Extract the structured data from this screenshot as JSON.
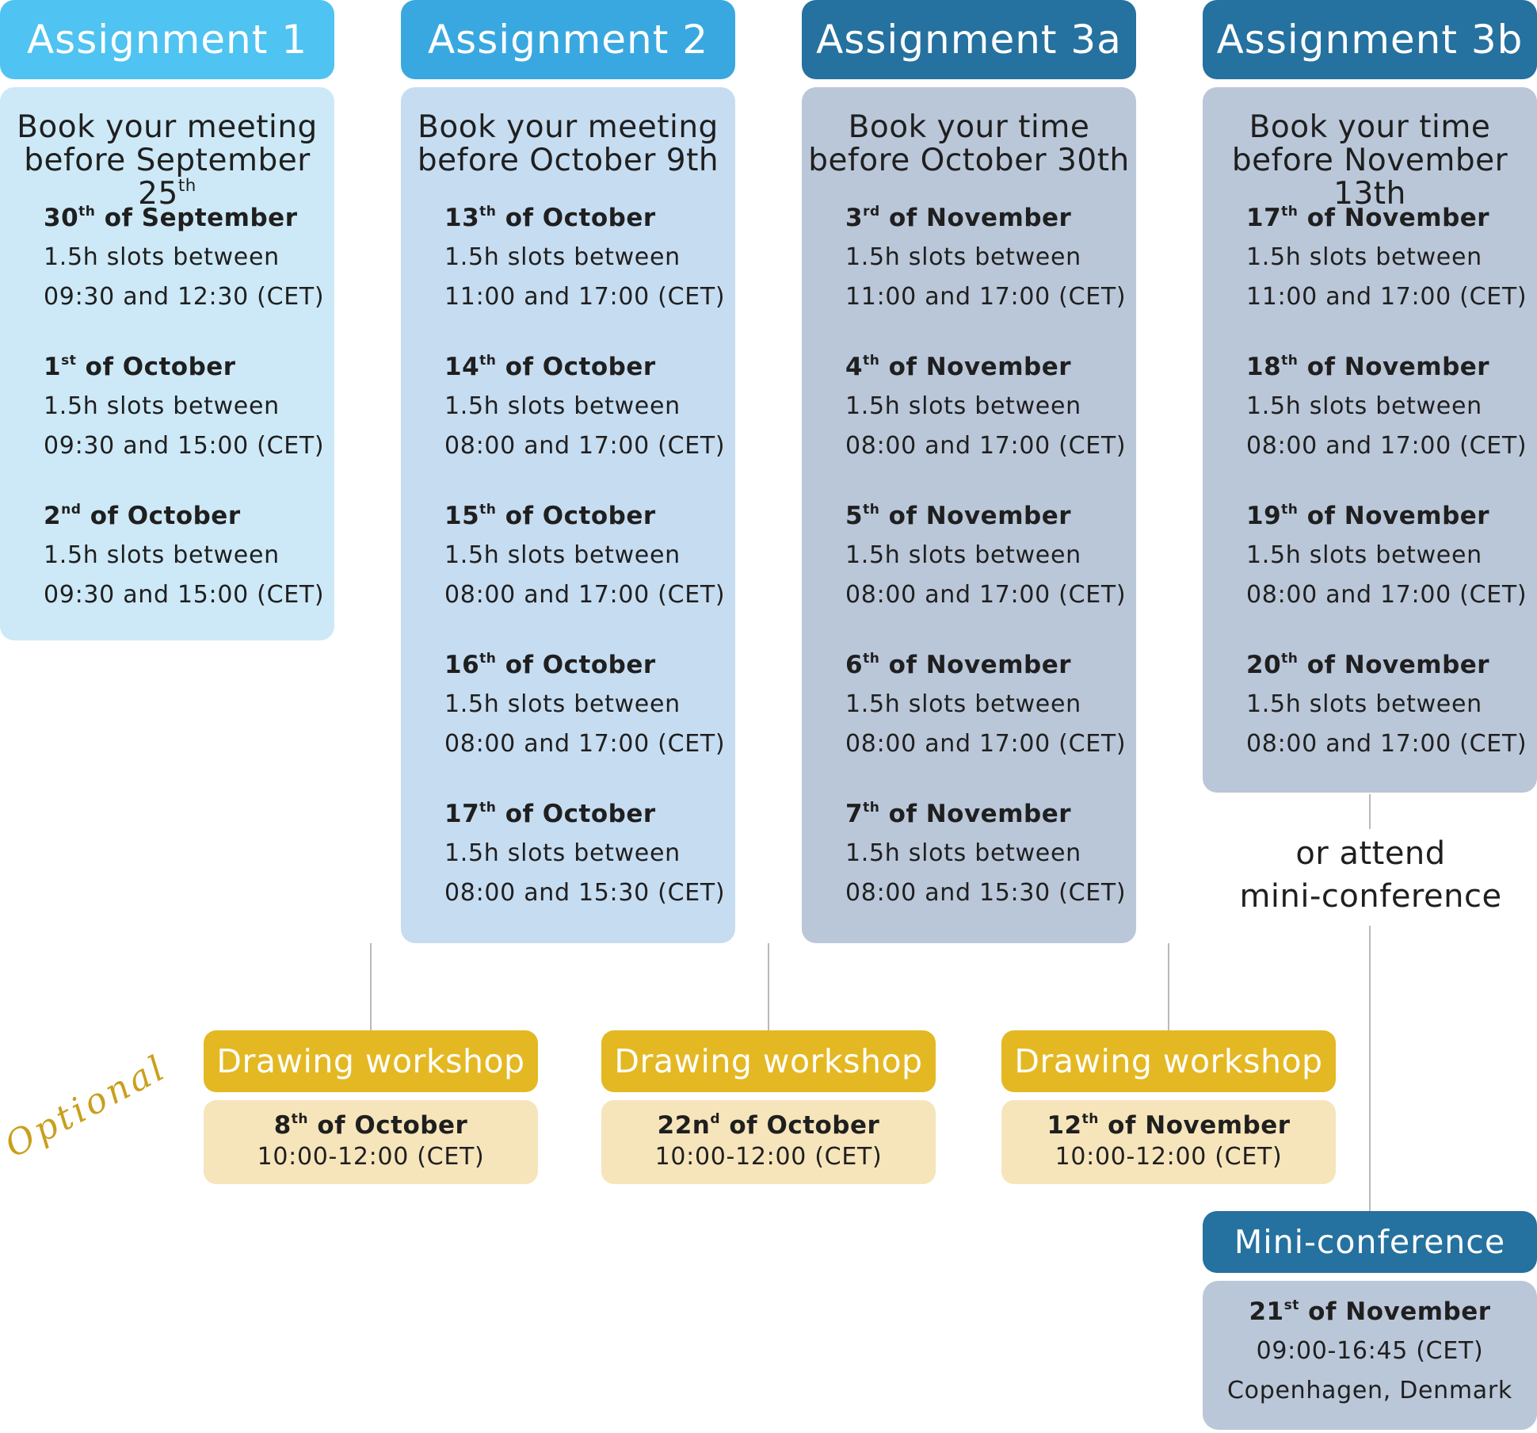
{
  "colors": {
    "a1_header": "#4fc3f1",
    "a1_panel": "#cde9f7",
    "a2_header": "#3aa8e0",
    "a2_panel": "#c6dcf1",
    "a3_header": "#25719f",
    "a3_panel": "#bac7d9",
    "workshop_header": "#e4b822",
    "workshop_panel": "#f6e5bb",
    "optional_text": "#c99f1c",
    "connector": "#b9b9b9"
  },
  "columns": [
    {
      "title": "Assignment 1",
      "book": {
        "line1": "Book your meeting",
        "line2_pre": "before September 25",
        "line2_sup": "th"
      },
      "slots": [
        {
          "day": "30",
          "sup": "th",
          "rest": " of September",
          "line1": "1.5h slots between",
          "line2": "09:30 and 12:30 (CET)"
        },
        {
          "day": "1",
          "sup": "st",
          "rest": " of October",
          "line1": "1.5h slots between",
          "line2": "09:30 and 15:00 (CET)"
        },
        {
          "day": "2",
          "sup": "nd",
          "rest": " of October",
          "line1": "1.5h slots between",
          "line2": "09:30 and 15:00 (CET)"
        }
      ]
    },
    {
      "title": "Assignment 2",
      "book": {
        "line1": "Book your meeting",
        "line2_pre": "before October 9th",
        "line2_sup": ""
      },
      "slots": [
        {
          "day": "13",
          "sup": "th",
          "rest": " of October",
          "line1": "1.5h slots between",
          "line2": "11:00 and 17:00 (CET)"
        },
        {
          "day": "14",
          "sup": "th",
          "rest": " of October",
          "line1": "1.5h slots between",
          "line2": "08:00 and 17:00 (CET)"
        },
        {
          "day": "15",
          "sup": "th",
          "rest": " of October",
          "line1": "1.5h slots between",
          "line2": "08:00 and 17:00 (CET)"
        },
        {
          "day": "16",
          "sup": "th",
          "rest": " of October",
          "line1": "1.5h slots between",
          "line2": "08:00 and 17:00 (CET)"
        },
        {
          "day": "17",
          "sup": "th",
          "rest": " of October",
          "line1": "1.5h slots between",
          "line2": "08:00 and 15:30 (CET)"
        }
      ]
    },
    {
      "title": "Assignment 3a",
      "book": {
        "line1": "Book your time",
        "line2_pre": "before October 30th",
        "line2_sup": ""
      },
      "slots": [
        {
          "day": "3",
          "sup": "rd",
          "rest": " of November",
          "line1": "1.5h slots between",
          "line2": "11:00 and 17:00 (CET)"
        },
        {
          "day": "4",
          "sup": "th",
          "rest": " of November",
          "line1": "1.5h slots between",
          "line2": "08:00 and 17:00 (CET)"
        },
        {
          "day": "5",
          "sup": "th",
          "rest": " of November",
          "line1": "1.5h slots between",
          "line2": "08:00 and 17:00 (CET)"
        },
        {
          "day": "6",
          "sup": "th",
          "rest": " of November",
          "line1": "1.5h slots between",
          "line2": "08:00 and 17:00 (CET)"
        },
        {
          "day": "7",
          "sup": "th",
          "rest": " of November",
          "line1": "1.5h slots between",
          "line2": "08:00 and 15:30 (CET)"
        }
      ]
    },
    {
      "title": "Assignment 3b",
      "book": {
        "line1": "Book your time",
        "line2_pre": "before November 13th",
        "line2_sup": ""
      },
      "slots": [
        {
          "day": "17",
          "sup": "th",
          "rest": " of November",
          "line1": "1.5h slots between",
          "line2": "11:00 and 17:00 (CET)"
        },
        {
          "day": "18",
          "sup": "th",
          "rest": " of November",
          "line1": "1.5h slots between",
          "line2": "08:00 and 17:00 (CET)"
        },
        {
          "day": "19",
          "sup": "th",
          "rest": " of November",
          "line1": "1.5h slots between",
          "line2": "08:00 and 17:00 (CET)"
        },
        {
          "day": "20",
          "sup": "th",
          "rest": " of November",
          "line1": "1.5h slots between",
          "line2": "08:00 and 17:00 (CET)"
        }
      ]
    }
  ],
  "optional_label": "Optional",
  "workshops": [
    {
      "title": "Drawing workshop",
      "day": "8",
      "sup": "th",
      "rest": " of October",
      "time": "10:00-12:00 (CET)"
    },
    {
      "title": "Drawing workshop",
      "day": "22n",
      "sup": "d",
      "rest": " of October",
      "time": "10:00-12:00 (CET)"
    },
    {
      "title": "Drawing workshop",
      "day": "12",
      "sup": "th",
      "rest": " of November",
      "time": "10:00-12:00 (CET)"
    }
  ],
  "or_attend": {
    "line1": "or attend",
    "line2": "mini-conference"
  },
  "mini_conference": {
    "title": "Mini-conference",
    "day": "21",
    "sup": "st",
    "rest": " of November",
    "time": "09:00-16:45 (CET)",
    "location": "Copenhagen, Denmark"
  }
}
